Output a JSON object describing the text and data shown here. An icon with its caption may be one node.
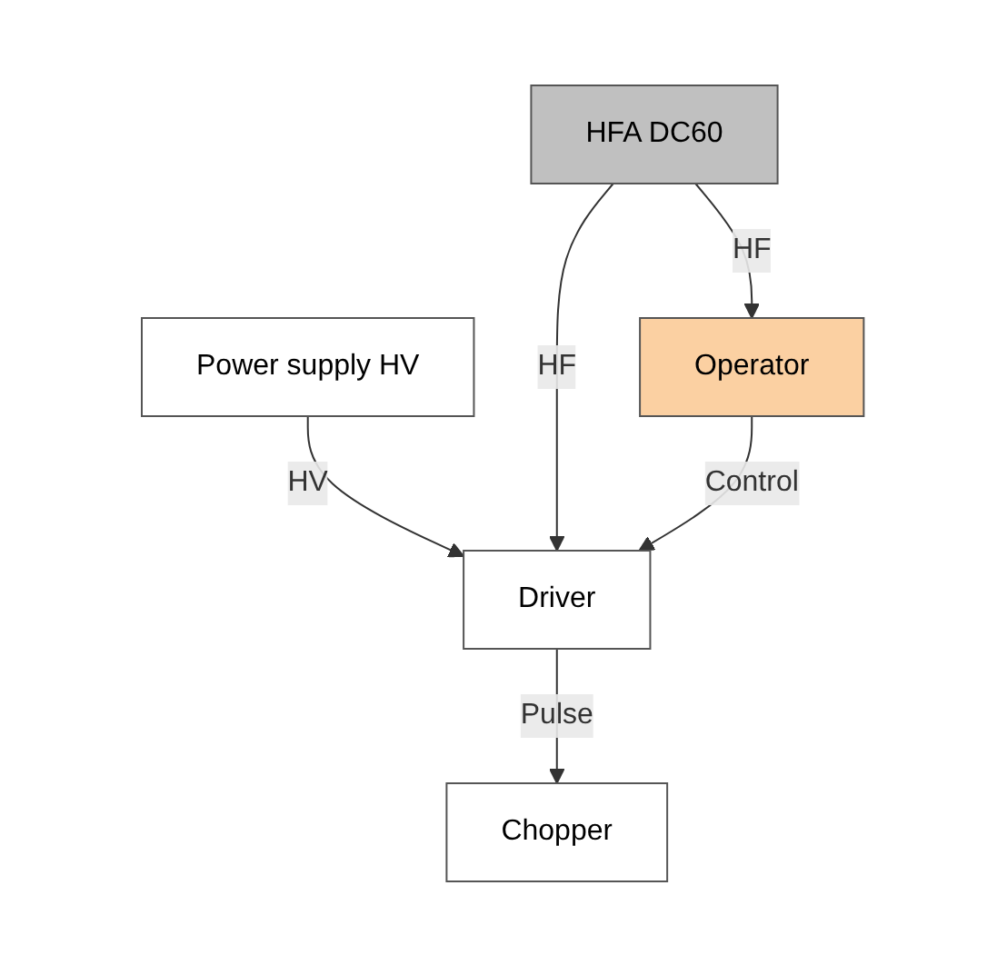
{
  "diagram": {
    "nodes": [
      {
        "text": [
          "Power supply HV"
        ]
      },
      {
        "text": [
          "HFA DC60"
        ]
      },
      {
        "text": [
          "Driver"
        ]
      },
      {
        "text": [
          "Chopper"
        ]
      },
      {
        "text": [
          "Operator"
        ]
      }
    ],
    "edges": [
      {
        "from": 0,
        "to": 2,
        "arrow": "to",
        "label": "HV"
      },
      {
        "from": 1,
        "to": 2,
        "arrow": "to",
        "label": "HF"
      },
      {
        "from": 2,
        "to": 3,
        "arrow": "to",
        "label": "Pulse"
      },
      {
        "from": 4,
        "to": 2,
        "arrow": "to",
        "label": "Control"
      },
      {
        "from": 1,
        "to": 4,
        "arrow": "to",
        "label": "HF"
      }
    ]
  }
}
